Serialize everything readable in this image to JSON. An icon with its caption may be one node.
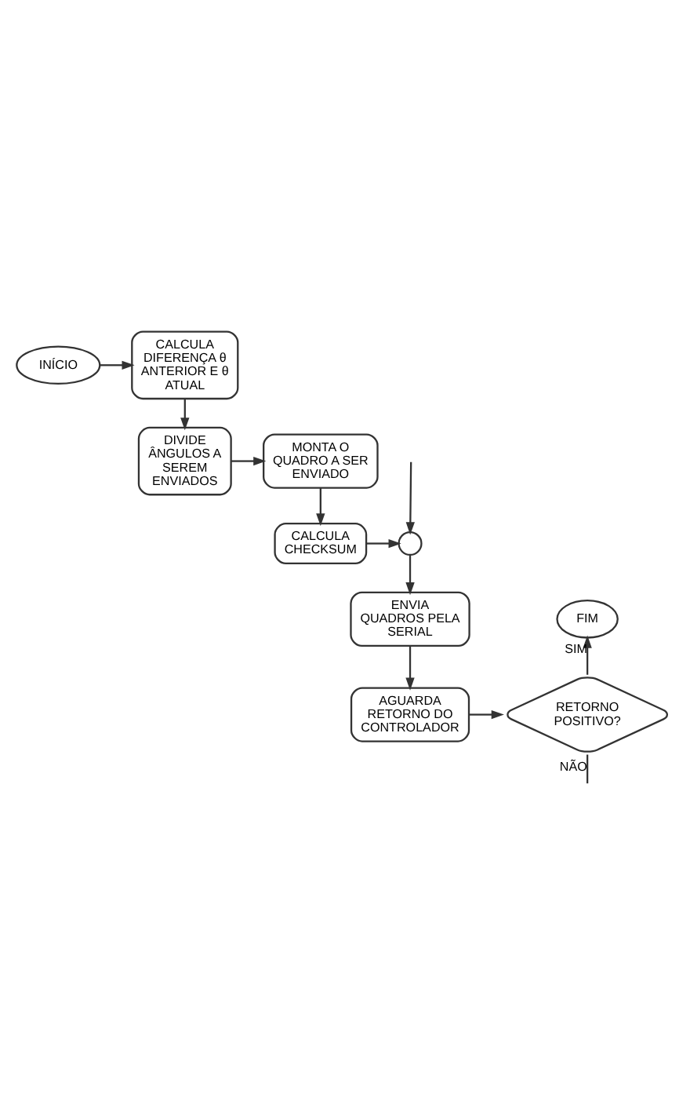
{
  "diagram": {
    "nodes": [
      {
        "text": [
          "INÍCIO"
        ]
      },
      {
        "text": [
          "CALCULA DIFERENÇA θ ANTERIOR E θ ATUAL"
        ]
      },
      {
        "text": [
          "DIVIDE ÂNGULOS A SEREM ENVIADOS"
        ]
      },
      {
        "text": [
          "MONTA O QUADRO A SER ENVIADO"
        ]
      },
      {
        "text": [
          "CALCULA CHECKSUM"
        ]
      },
      {
        "text": [],
        "shape": "circle"
      },
      {
        "text": [
          "ENVIA QUADROS PELA SERIAL"
        ]
      },
      {
        "text": [
          "FIM"
        ]
      },
      {
        "text": [
          "RETORNO POSITIVO?"
        ]
      },
      {
        "text": [
          "AGUARDA RETORNO DO CONTROLADOR"
        ]
      }
    ],
    "edges": [
      {
        "from": 0,
        "to": 1,
        "arrow": "to"
      },
      {
        "from": 1,
        "to": 2,
        "arrow": "to"
      },
      {
        "from": 2,
        "to": 3,
        "arrow": "to"
      },
      {
        "from": 3,
        "to": 4,
        "arrow": "to"
      },
      {
        "from": 4,
        "to": 5,
        "arrow": "to"
      },
      {
        "from": null,
        "to": 5,
        "arrow": "to"
      },
      {
        "from": 5,
        "to": 6,
        "arrow": "to"
      },
      {
        "from": 6,
        "to": 9,
        "arrow": "to"
      },
      {
        "from": 9,
        "to": 8,
        "arrow": "to"
      },
      {
        "from": 8,
        "to": 7,
        "label": "SIM",
        "arrow": "to"
      },
      {
        "from": 8,
        "to": null,
        "label": "NÃO",
        "arrow": "none"
      }
    ]
  }
}
